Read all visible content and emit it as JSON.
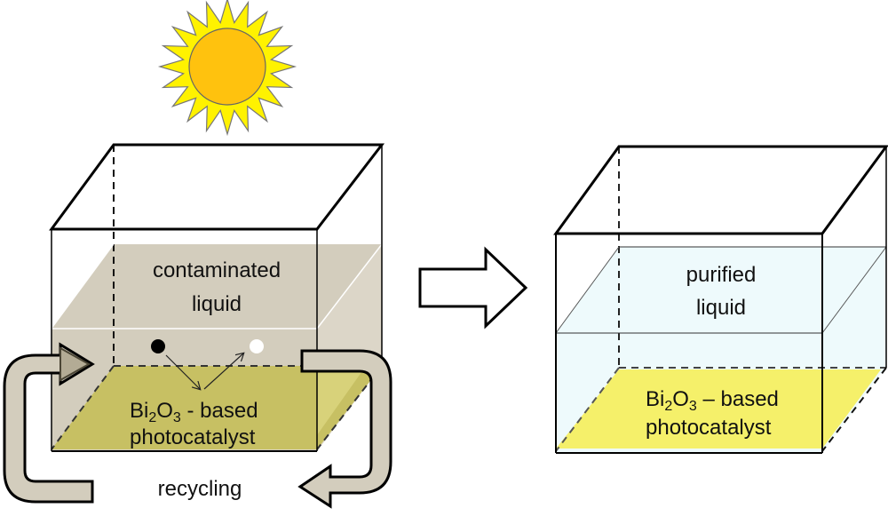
{
  "left_tank": {
    "liquid_label_line1": "contaminated",
    "liquid_label_line2": "liquid",
    "catalyst_label_prefix": "Bi",
    "catalyst_sub1": "2",
    "catalyst_mid": "O",
    "catalyst_sub2": "3",
    "catalyst_label_suffix": " - based",
    "catalyst_label_line2": "photocatalyst",
    "recycling_label": "recycling"
  },
  "right_tank": {
    "liquid_label_line1": "purified",
    "liquid_label_line2": "liquid",
    "catalyst_label_prefix": "Bi",
    "catalyst_sub1": "2",
    "catalyst_mid": "O",
    "catalyst_sub2": "3",
    "catalyst_label_suffix": " – based",
    "catalyst_label_line2": "photocatalyst"
  },
  "icons": {
    "sun": "sun-icon",
    "process_arrow": "right-arrow-icon",
    "recycle_arrows": "recycle-arrow-icon",
    "electron": "electron-dot-icon",
    "hole": "hole-dot-icon"
  },
  "colors": {
    "contaminated_liquid": "#d3cdbd",
    "catalyst_dark": "#c7c063",
    "purified_liquid": "#eefafc",
    "catalyst_bright": "#f5f06a",
    "sun_rays": "#fff200",
    "sun_core": "#ffc20e",
    "recycle_arrow": "#d3cdbd"
  }
}
